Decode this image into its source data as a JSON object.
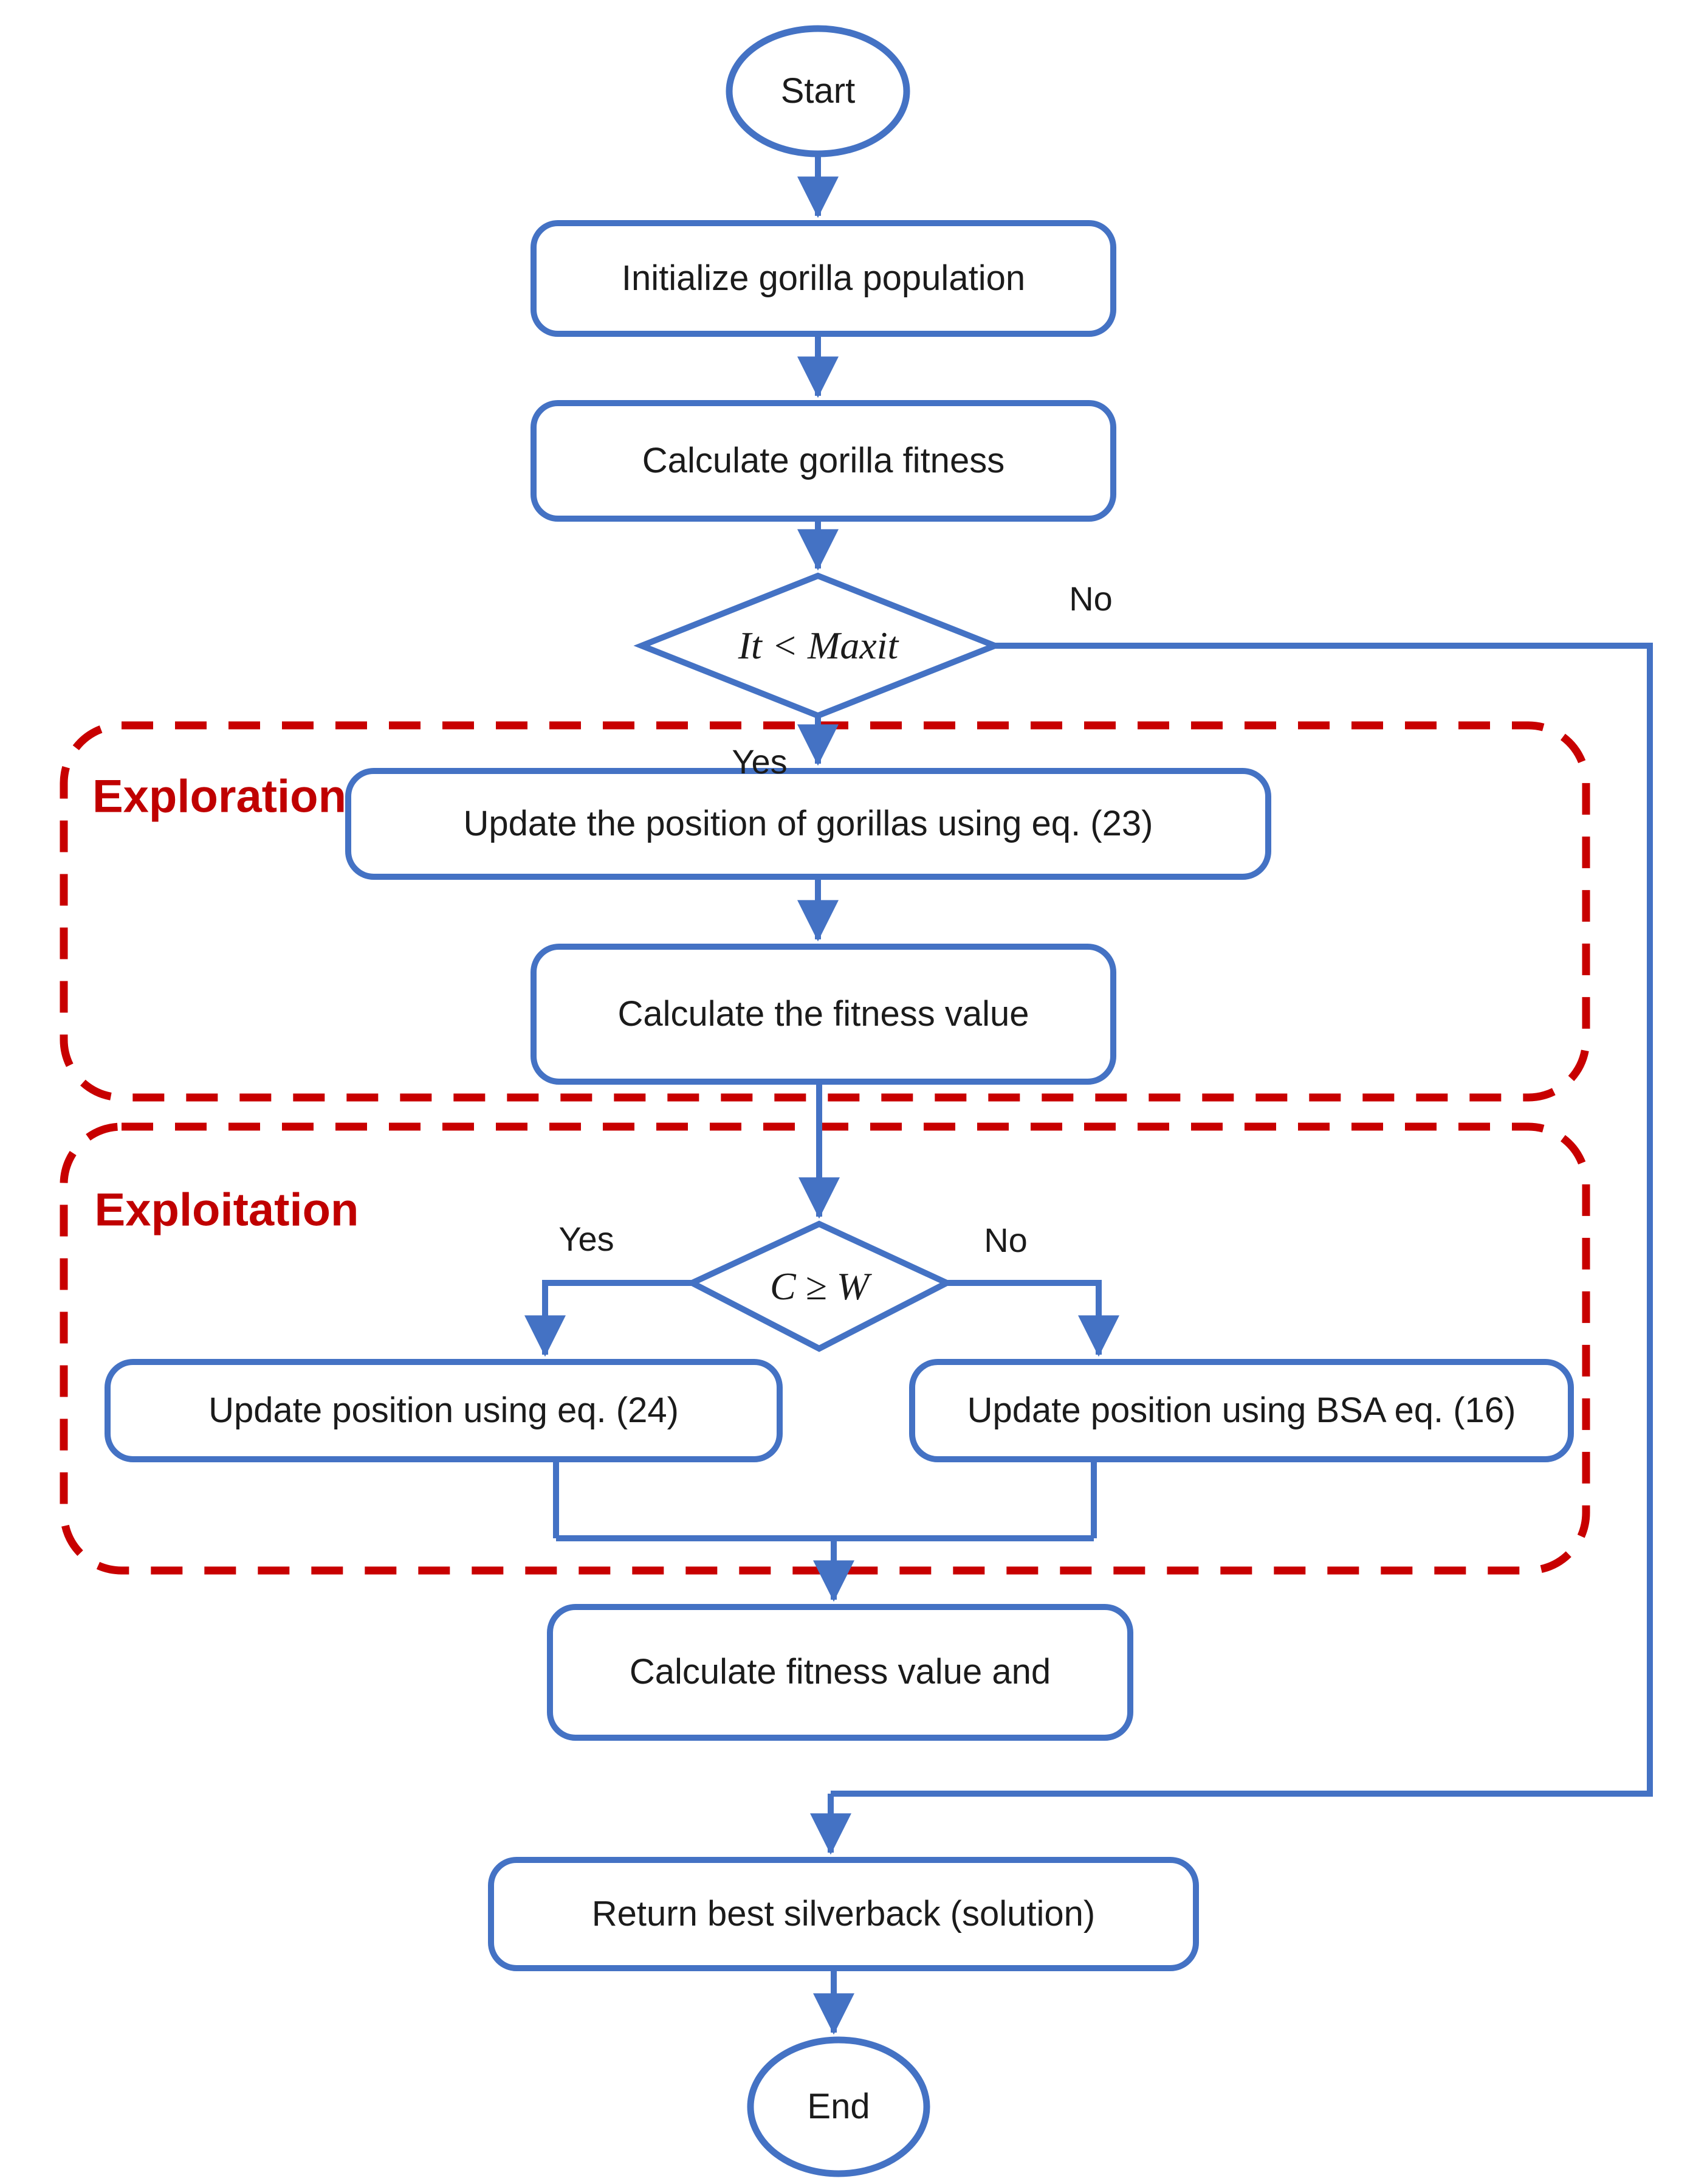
{
  "figure": {
    "type": "flowchart",
    "description": "Flowchart of a gorilla troops optimization algorithm with exploration and exploitation phases"
  },
  "colors": {
    "shape_stroke": "#4472C4",
    "region_stroke": "#C80000",
    "region_label": "#C00000",
    "text": "#1b1b1b",
    "background": "#ffffff"
  },
  "nodes": {
    "start": {
      "label": "Start"
    },
    "init_population": {
      "label": "Initialize gorilla population"
    },
    "calc_gorilla_fitness": {
      "label": "Calculate gorilla fitness"
    },
    "iteration_check": {
      "label": "It < Maxit"
    },
    "update_gorilla_positions": {
      "label": "Update the position of gorillas using eq. (23)"
    },
    "calc_fitness_value": {
      "label": "Calculate the fitness value"
    },
    "cw_check": {
      "label": "C ≥ W"
    },
    "update_eq24": {
      "label": "Update position using eq. (24)"
    },
    "update_bsa_eq16": {
      "label": "Update position using BSA eq. (16)"
    },
    "calc_fitness_and": {
      "label": "Calculate fitness value and"
    },
    "return_best": {
      "label": "Return best silverback (solution)"
    },
    "end": {
      "label": "End"
    }
  },
  "regions": {
    "exploration": {
      "label": "Exploration"
    },
    "exploitation": {
      "label": "Exploitation"
    }
  },
  "edge_labels": {
    "iteration_yes": "Yes",
    "iteration_no": "No",
    "cw_yes": "Yes",
    "cw_no": "No"
  }
}
